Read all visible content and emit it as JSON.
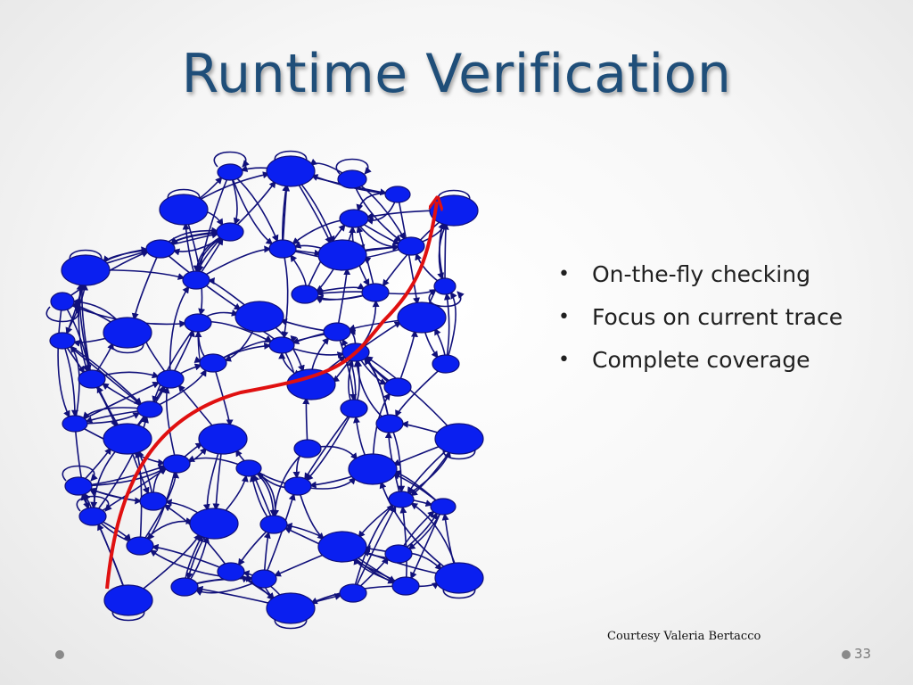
{
  "slide": {
    "title": "Runtime Verification",
    "bullets": [
      "On-the-fly checking",
      "Focus on current trace",
      "Complete coverage"
    ],
    "credit": "Courtesy Valeria Bertacco",
    "page_number": "33"
  },
  "colors": {
    "title": "#1f4e79",
    "node_fill": "#0a1ff0",
    "edge": "#10107a",
    "trace": "#e01010"
  },
  "graph": {
    "description_icon": "state-graph-illustration",
    "trace_icon": "red-trace-arrow"
  }
}
